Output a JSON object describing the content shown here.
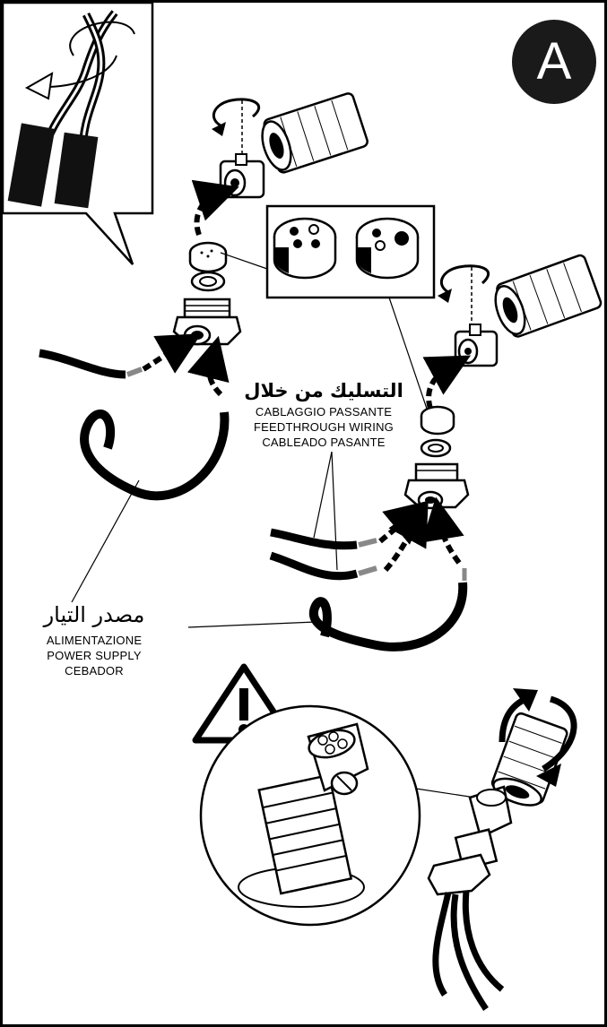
{
  "badge": {
    "letter": "A",
    "color": "#1a1a1a"
  },
  "feedthrough_label": {
    "arabic": "التسليك من خلال",
    "italian": "CABLAGGIO PASSANTE",
    "english": "FEEDTHROUGH WIRING",
    "spanish": "CABLEADO PASANTE"
  },
  "power_label": {
    "arabic": "مصدر التيار",
    "italian": "ALIMENTAZIONE",
    "english": "POWER SUPPLY",
    "spanish": "CEBADOR"
  },
  "icons": {
    "warning": "warning-triangle-icon",
    "rotate": "rotate-arrow-icon"
  }
}
